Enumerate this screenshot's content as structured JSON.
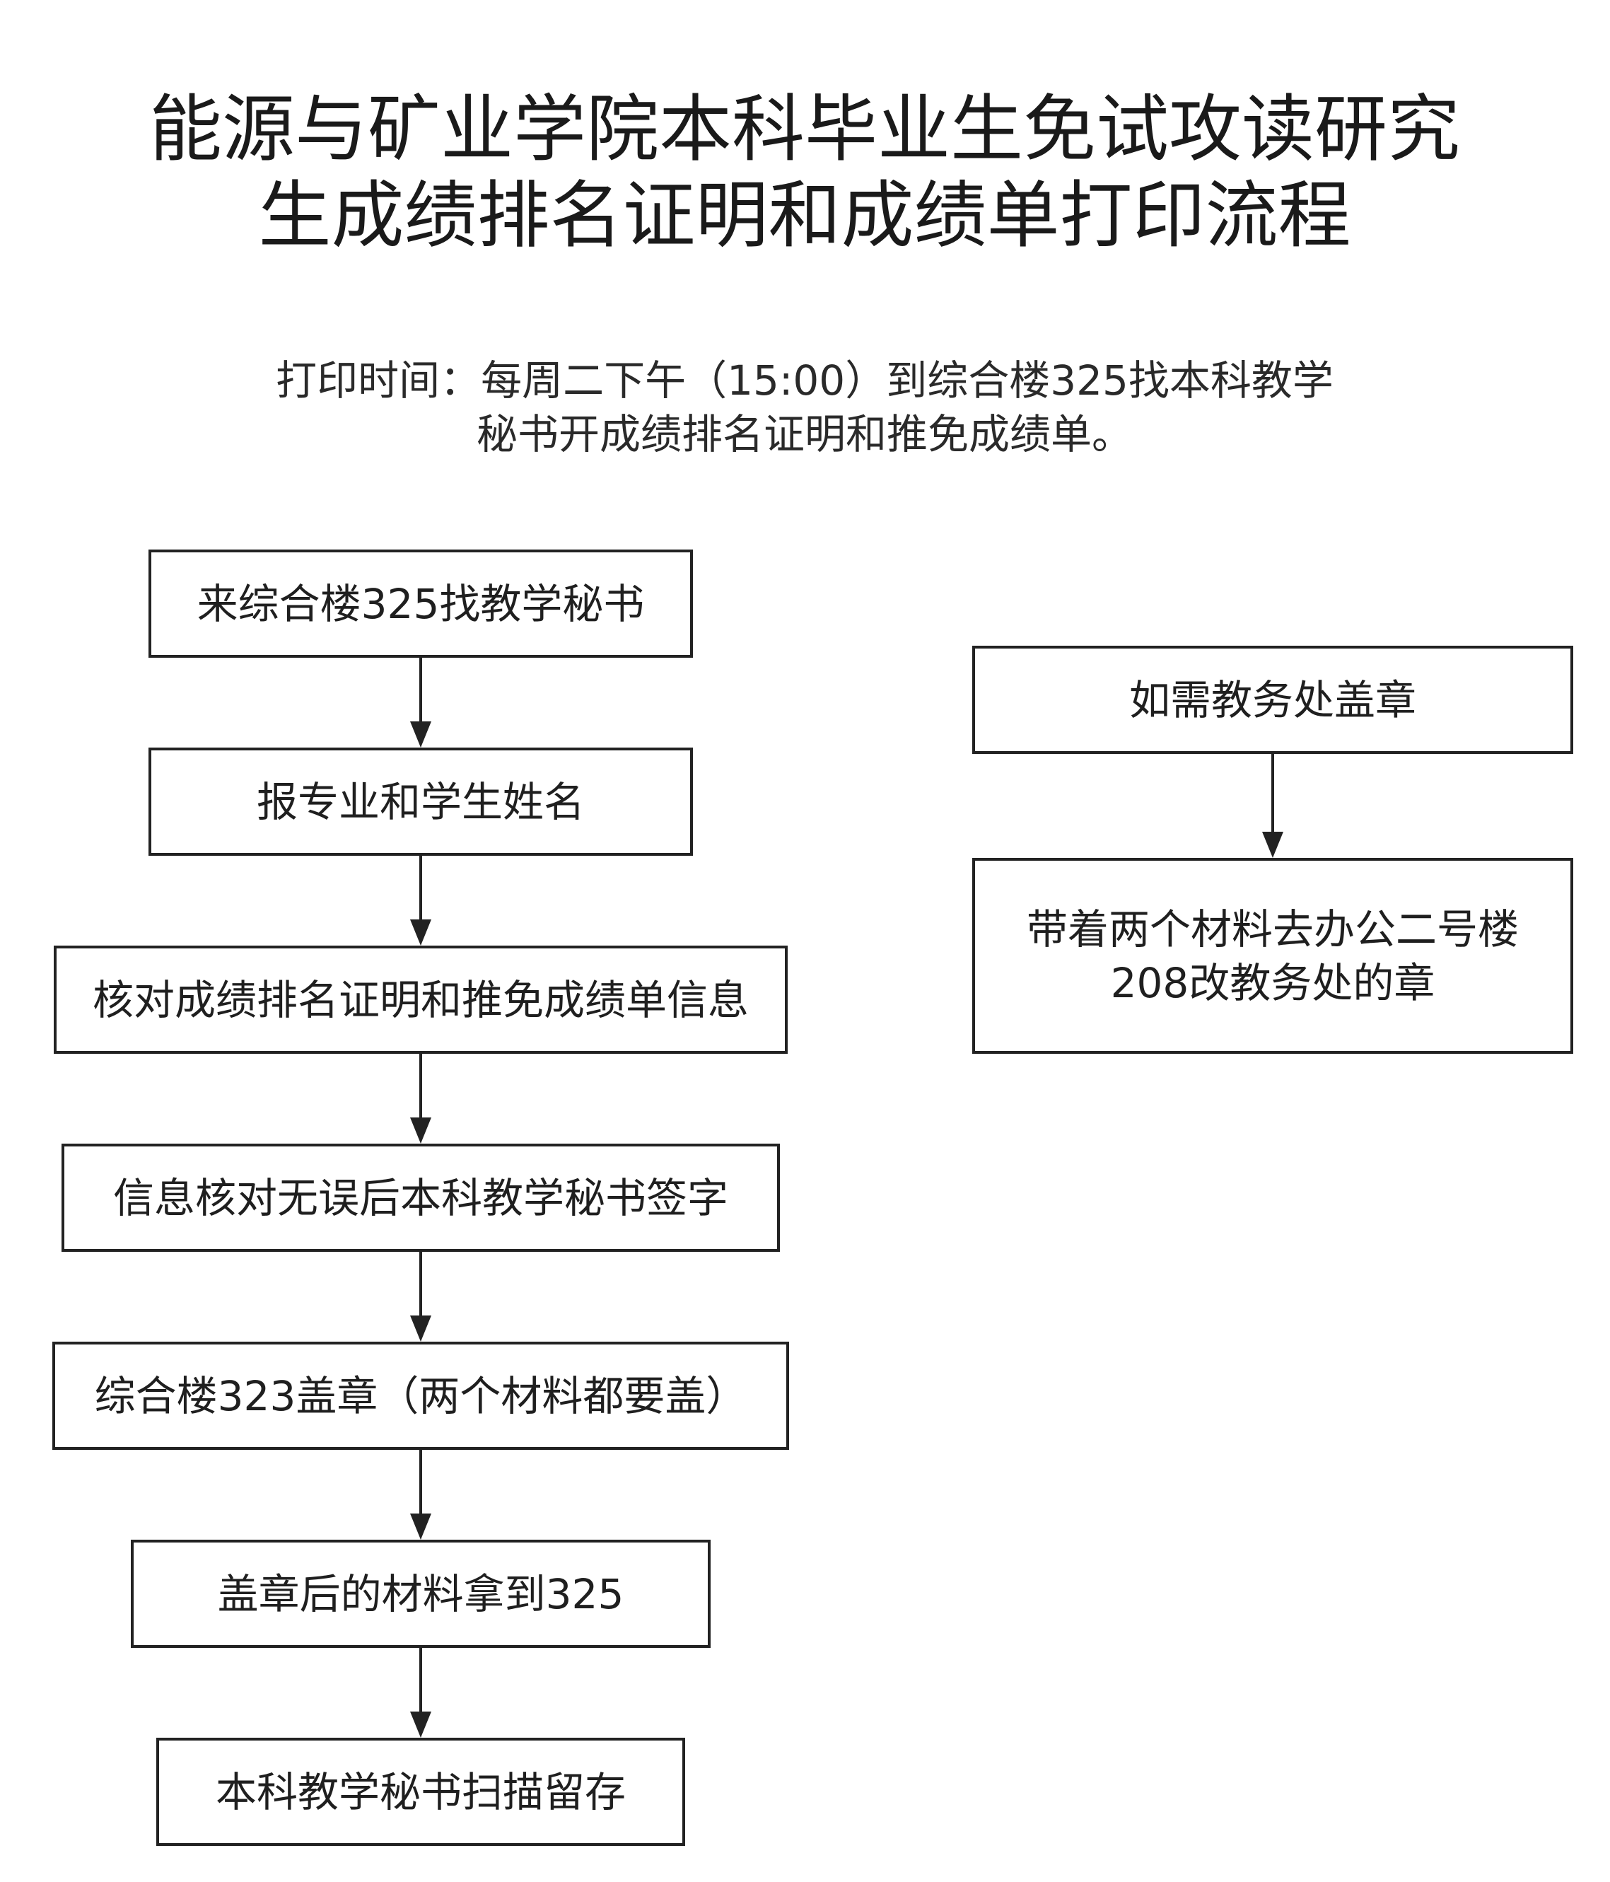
{
  "title": {
    "line1": "能源与矿业学院本科毕业生免试攻读研究",
    "line2": "生成绩排名证明和成绩单打印流程"
  },
  "subtitle": {
    "line1": "打印时间：每周二下午（15:00）到综合楼325找本科教学",
    "line2": "秘书开成绩排名证明和推免成绩单。"
  },
  "main_flow": [
    "来综合楼325找教学秘书",
    "报专业和学生姓名",
    "核对成绩排名证明和推免成绩单信息",
    "信息核对无误后本科教学秘书签字",
    "综合楼323盖章（两个材料都要盖）",
    "盖章后的材料拿到325",
    "本科教学秘书扫描留存"
  ],
  "side_flow": [
    "如需教务处盖章",
    "带着两个材料去办公二号楼\n208改教务处的章"
  ],
  "colors": {
    "border": "#222222",
    "text": "#1f1f1f",
    "background": "#ffffff"
  }
}
